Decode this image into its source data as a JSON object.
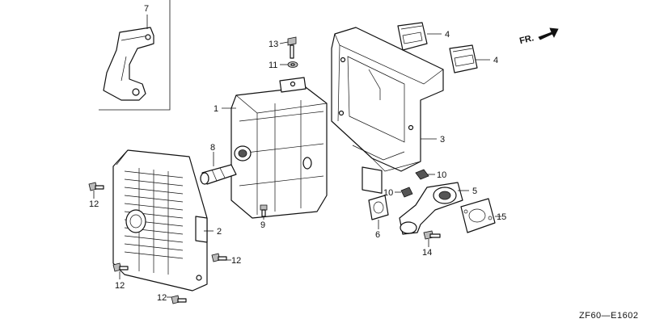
{
  "callouts": [
    {
      "id": "c1",
      "text": "1"
    },
    {
      "id": "c2",
      "text": "2"
    },
    {
      "id": "c3",
      "text": "3"
    },
    {
      "id": "c4a",
      "text": "4"
    },
    {
      "id": "c4b",
      "text": "4"
    },
    {
      "id": "c5",
      "text": "5"
    },
    {
      "id": "c6",
      "text": "6"
    },
    {
      "id": "c7",
      "text": "7"
    },
    {
      "id": "c8",
      "text": "8"
    },
    {
      "id": "c9",
      "text": "9"
    },
    {
      "id": "c10a",
      "text": "10"
    },
    {
      "id": "c10b",
      "text": "10"
    },
    {
      "id": "c11",
      "text": "11"
    },
    {
      "id": "c12a",
      "text": "12"
    },
    {
      "id": "c12b",
      "text": "12"
    },
    {
      "id": "c12c",
      "text": "12"
    },
    {
      "id": "c12d",
      "text": "12"
    },
    {
      "id": "c13",
      "text": "13"
    },
    {
      "id": "c14",
      "text": "14"
    },
    {
      "id": "c15",
      "text": "15"
    }
  ],
  "front_label": "FR.",
  "diagram_code": "ZF60—E1602"
}
